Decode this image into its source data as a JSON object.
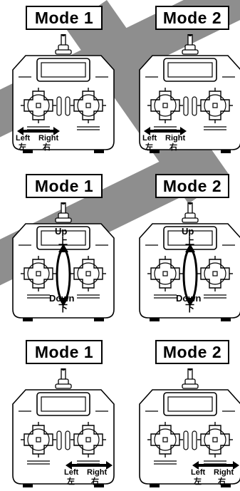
{
  "panels": [
    {
      "mode": "Mode 1",
      "annotation": "left-right",
      "arrow": "left",
      "left": "Left",
      "left_cjk": "左",
      "right": "Right",
      "right_cjk": "右"
    },
    {
      "mode": "Mode 2",
      "annotation": "left-right",
      "arrow": "left",
      "left": "Left",
      "left_cjk": "左",
      "right": "Right",
      "right_cjk": "右"
    },
    {
      "mode": "Mode 1",
      "annotation": "up-down",
      "arrow": "left",
      "up": "Up",
      "up_cjk": "上",
      "down": "Down",
      "down_cjk": "下"
    },
    {
      "mode": "Mode 2",
      "annotation": "up-down",
      "arrow": "left",
      "up": "Up",
      "up_cjk": "上",
      "down": "Down",
      "down_cjk": "下"
    },
    {
      "mode": "Mode 1",
      "annotation": "left-right",
      "arrow": "right",
      "left": "Left",
      "left_cjk": "左",
      "right": "Right",
      "right_cjk": "右"
    },
    {
      "mode": "Mode 2",
      "annotation": "left-right",
      "arrow": "right",
      "left": "Left",
      "left_cjk": "左",
      "right": "Right",
      "right_cjk": "右"
    }
  ],
  "colors": {
    "background_band": "#8e8e8e",
    "outline": "#000000",
    "fill": "#ffffff"
  }
}
